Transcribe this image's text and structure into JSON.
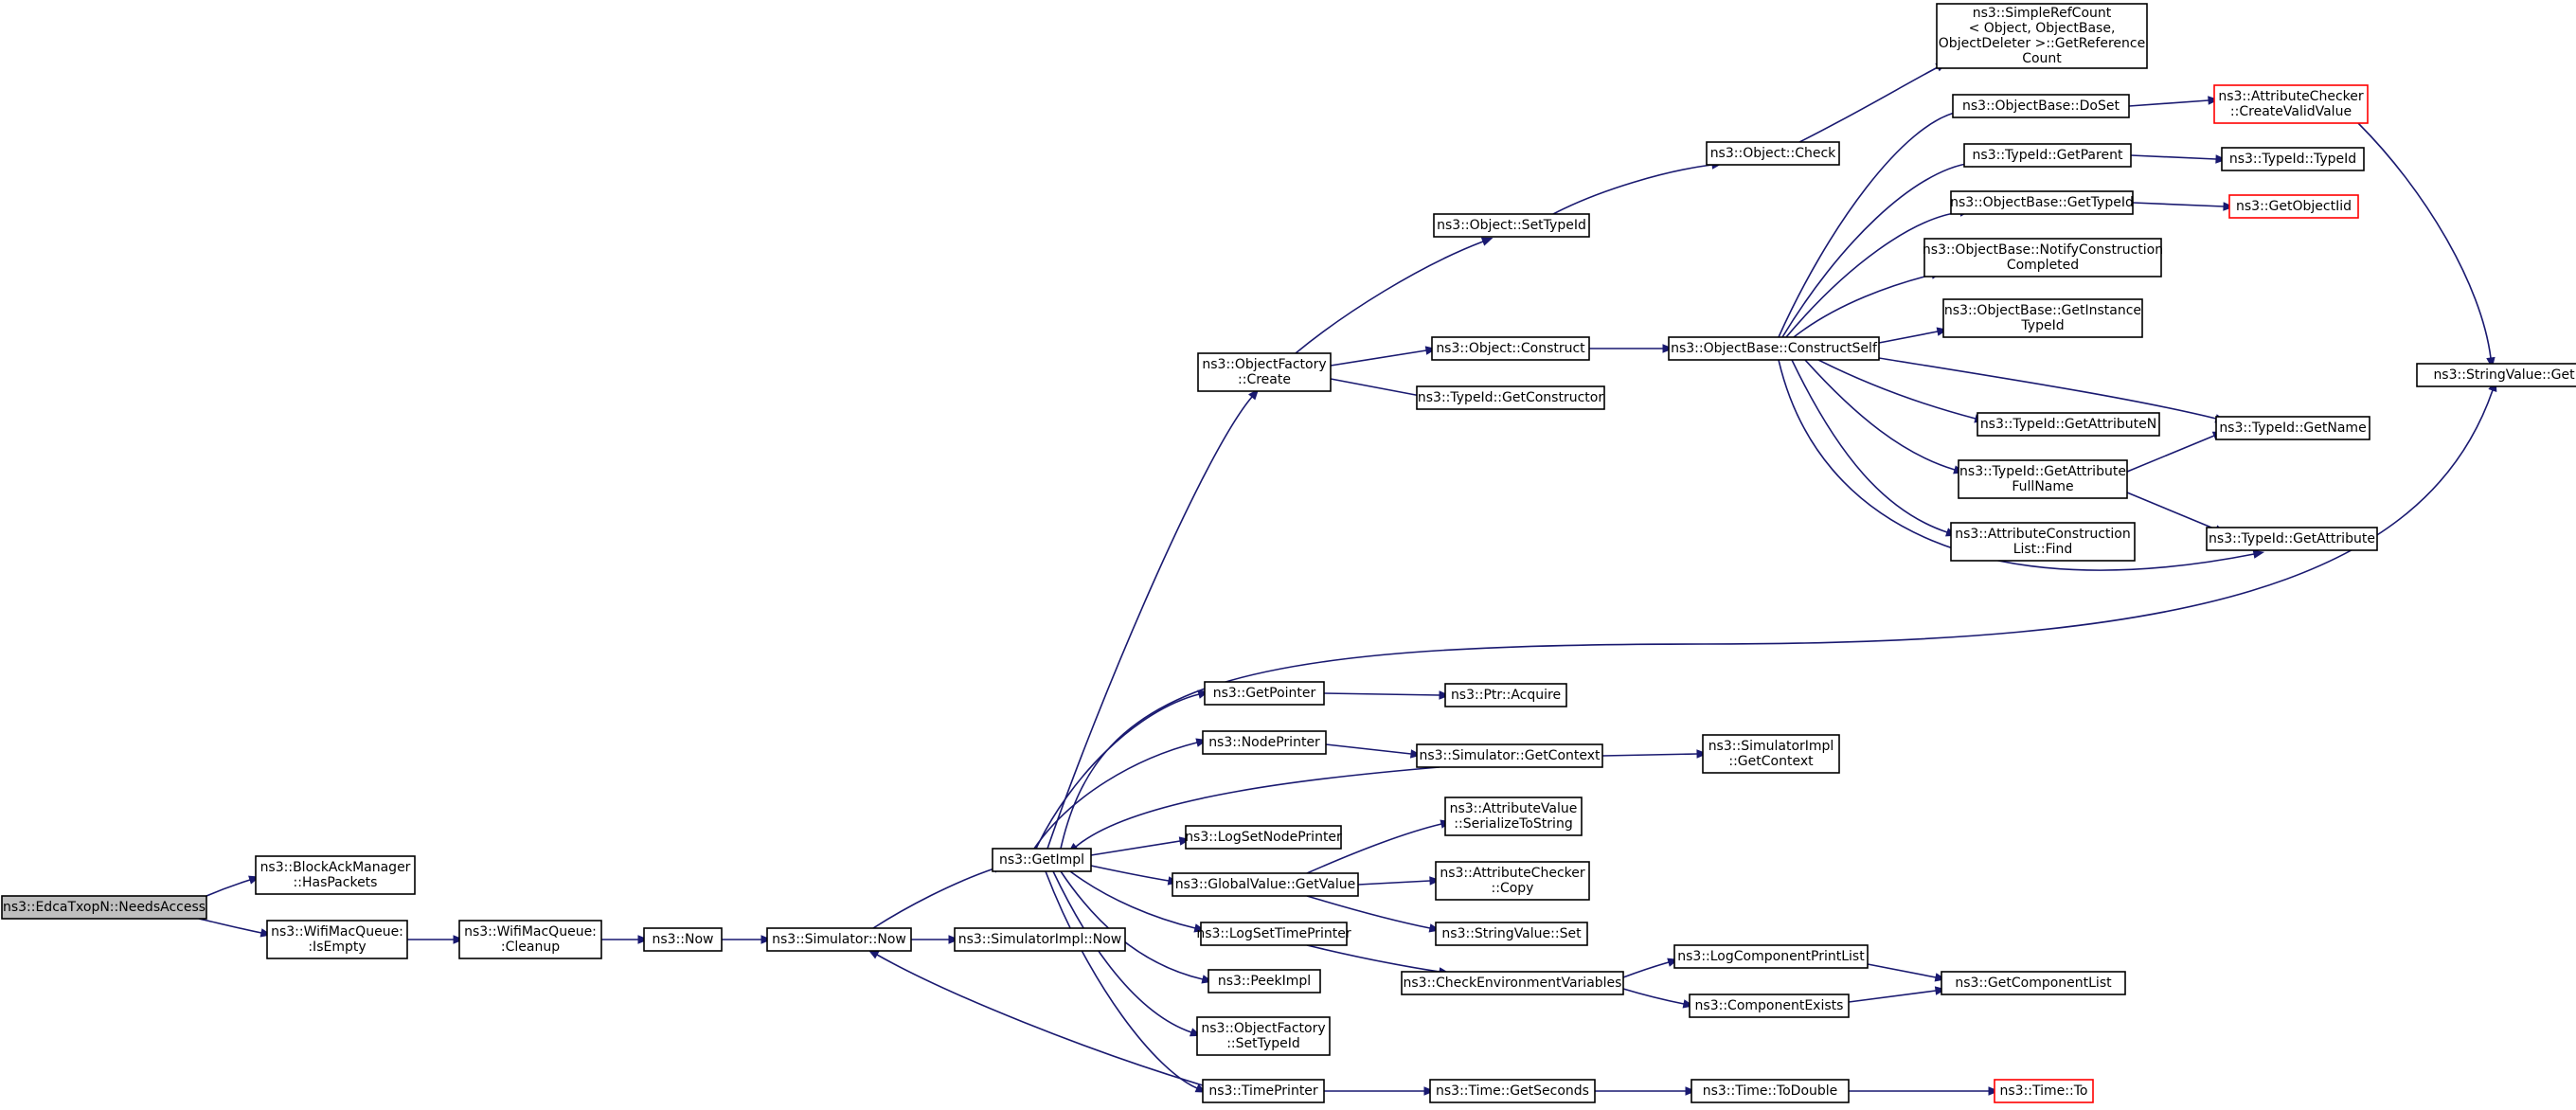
{
  "graph": {
    "nodes": [
      {
        "id": "root",
        "lines": [
          "ns3::EdcaTxopN::NeedsAccess"
        ],
        "style": "root"
      },
      {
        "id": "blockack",
        "lines": [
          "ns3::BlockAckManager",
          "::HasPackets"
        ]
      },
      {
        "id": "isempty",
        "lines": [
          "ns3::WifiMacQueue:",
          ":IsEmpty"
        ]
      },
      {
        "id": "cleanup",
        "lines": [
          "ns3::WifiMacQueue:",
          ":Cleanup"
        ]
      },
      {
        "id": "now",
        "lines": [
          "ns3::Now"
        ]
      },
      {
        "id": "simnow",
        "lines": [
          "ns3::Simulator::Now"
        ]
      },
      {
        "id": "simimplnow",
        "lines": [
          "ns3::SimulatorImpl::Now"
        ]
      },
      {
        "id": "getimpl",
        "lines": [
          "ns3::GetImpl"
        ]
      },
      {
        "id": "ofcreate",
        "lines": [
          "ns3::ObjectFactory",
          "::Create"
        ]
      },
      {
        "id": "setTypeid",
        "lines": [
          "ns3::Object::SetTypeId"
        ]
      },
      {
        "id": "objcheck",
        "lines": [
          "ns3::Object::Check"
        ]
      },
      {
        "id": "simplerefcount",
        "lines": [
          "ns3::SimpleRefCount",
          "< Object, ObjectBase,",
          "ObjectDeleter >::GetReference",
          "Count"
        ]
      },
      {
        "id": "objconstruct",
        "lines": [
          "ns3::Object::Construct"
        ]
      },
      {
        "id": "getconstructor",
        "lines": [
          "ns3::TypeId::GetConstructor"
        ]
      },
      {
        "id": "constructself",
        "lines": [
          "ns3::ObjectBase::ConstructSelf"
        ]
      },
      {
        "id": "doset",
        "lines": [
          "ns3::ObjectBase::DoSet"
        ]
      },
      {
        "id": "createvalid",
        "lines": [
          "ns3::AttributeChecker",
          "::CreateValidValue"
        ],
        "style": "red"
      },
      {
        "id": "getparent",
        "lines": [
          "ns3::TypeId::GetParent"
        ]
      },
      {
        "id": "typeidtypeid",
        "lines": [
          "ns3::TypeId::TypeId"
        ]
      },
      {
        "id": "gettypeid",
        "lines": [
          "ns3::ObjectBase::GetTypeId"
        ]
      },
      {
        "id": "getobjectiid",
        "lines": [
          "ns3::GetObjectIid"
        ],
        "style": "red"
      },
      {
        "id": "notify",
        "lines": [
          "ns3::ObjectBase::NotifyConstruction",
          "Completed"
        ]
      },
      {
        "id": "getinstance",
        "lines": [
          "ns3::ObjectBase::GetInstance",
          "TypeId"
        ]
      },
      {
        "id": "stringget",
        "lines": [
          "ns3::StringValue::Get"
        ]
      },
      {
        "id": "getattrn",
        "lines": [
          "ns3::TypeId::GetAttributeN"
        ]
      },
      {
        "id": "getname",
        "lines": [
          "ns3::TypeId::GetName"
        ]
      },
      {
        "id": "getattrfull",
        "lines": [
          "ns3::TypeId::GetAttribute",
          "FullName"
        ]
      },
      {
        "id": "getattribute",
        "lines": [
          "ns3::TypeId::GetAttribute"
        ]
      },
      {
        "id": "attrconstr",
        "lines": [
          "ns3::AttributeConstruction",
          "List::Find"
        ]
      },
      {
        "id": "getpointer",
        "lines": [
          "ns3::GetPointer"
        ]
      },
      {
        "id": "ptracquire",
        "lines": [
          "ns3::Ptr::Acquire"
        ]
      },
      {
        "id": "nodeprinter",
        "lines": [
          "ns3::NodePrinter"
        ]
      },
      {
        "id": "simgetcontext",
        "lines": [
          "ns3::Simulator::GetContext"
        ]
      },
      {
        "id": "simimplgetcontext",
        "lines": [
          "ns3::SimulatorImpl",
          "::GetContext"
        ]
      },
      {
        "id": "serialize",
        "lines": [
          "ns3::AttributeValue",
          "::SerializeToString"
        ]
      },
      {
        "id": "lognodeprinter",
        "lines": [
          "ns3::LogSetNodePrinter"
        ]
      },
      {
        "id": "globalget",
        "lines": [
          "ns3::GlobalValue::GetValue"
        ]
      },
      {
        "id": "checkercopy",
        "lines": [
          "ns3::AttributeChecker",
          "::Copy"
        ]
      },
      {
        "id": "stringset",
        "lines": [
          "ns3::StringValue::Set"
        ]
      },
      {
        "id": "logtimeprinter",
        "lines": [
          "ns3::LogSetTimePrinter"
        ]
      },
      {
        "id": "logcompprint",
        "lines": [
          "ns3::LogComponentPrintList"
        ]
      },
      {
        "id": "checkenv",
        "lines": [
          "ns3::CheckEnvironmentVariables"
        ]
      },
      {
        "id": "getcomplist",
        "lines": [
          "ns3::GetComponentList"
        ]
      },
      {
        "id": "compexists",
        "lines": [
          "ns3::ComponentExists"
        ]
      },
      {
        "id": "peekimpl",
        "lines": [
          "ns3::PeekImpl"
        ]
      },
      {
        "id": "ofsettypeid",
        "lines": [
          "ns3::ObjectFactory",
          "::SetTypeId"
        ]
      },
      {
        "id": "timeprinter",
        "lines": [
          "ns3::TimePrinter"
        ]
      },
      {
        "id": "getseconds",
        "lines": [
          "ns3::Time::GetSeconds"
        ]
      },
      {
        "id": "todouble",
        "lines": [
          "ns3::Time::ToDouble"
        ]
      },
      {
        "id": "timeto",
        "lines": [
          "ns3::Time::To"
        ],
        "style": "red"
      }
    ],
    "edges": [
      [
        "root",
        "blockack"
      ],
      [
        "root",
        "isempty"
      ],
      [
        "isempty",
        "cleanup"
      ],
      [
        "cleanup",
        "now"
      ],
      [
        "now",
        "simnow"
      ],
      [
        "simnow",
        "simimplnow"
      ],
      [
        "simnow",
        "getimpl"
      ],
      [
        "getimpl",
        "ofcreate"
      ],
      [
        "ofcreate",
        "setTypeid"
      ],
      [
        "setTypeid",
        "objcheck"
      ],
      [
        "objcheck",
        "simplerefcount"
      ],
      [
        "ofcreate",
        "objconstruct"
      ],
      [
        "ofcreate",
        "getconstructor"
      ],
      [
        "objconstruct",
        "constructself"
      ],
      [
        "constructself",
        "doset"
      ],
      [
        "doset",
        "createvalid"
      ],
      [
        "createvalid",
        "stringget"
      ],
      [
        "constructself",
        "getparent"
      ],
      [
        "getparent",
        "typeidtypeid"
      ],
      [
        "constructself",
        "gettypeid"
      ],
      [
        "gettypeid",
        "getobjectiid"
      ],
      [
        "constructself",
        "notify"
      ],
      [
        "constructself",
        "getinstance"
      ],
      [
        "constructself",
        "getattrn"
      ],
      [
        "constructself",
        "getname"
      ],
      [
        "constructself",
        "getattrfull"
      ],
      [
        "getattrfull",
        "getname"
      ],
      [
        "getattrfull",
        "getattribute"
      ],
      [
        "constructself",
        "attrconstr"
      ],
      [
        "constructself",
        "getattribute"
      ],
      [
        "getimpl",
        "stringget"
      ],
      [
        "getimpl",
        "getpointer"
      ],
      [
        "getpointer",
        "ptracquire"
      ],
      [
        "getimpl",
        "nodeprinter"
      ],
      [
        "nodeprinter",
        "simgetcontext"
      ],
      [
        "simgetcontext",
        "getimpl"
      ],
      [
        "simgetcontext",
        "simimplgetcontext"
      ],
      [
        "getimpl",
        "lognodeprinter"
      ],
      [
        "getimpl",
        "globalget"
      ],
      [
        "globalget",
        "serialize"
      ],
      [
        "globalget",
        "checkercopy"
      ],
      [
        "globalget",
        "stringset"
      ],
      [
        "getimpl",
        "logtimeprinter"
      ],
      [
        "logtimeprinter",
        "checkenv"
      ],
      [
        "checkenv",
        "logcompprint"
      ],
      [
        "checkenv",
        "compexists"
      ],
      [
        "logcompprint",
        "getcomplist"
      ],
      [
        "compexists",
        "getcomplist"
      ],
      [
        "getimpl",
        "peekimpl"
      ],
      [
        "getimpl",
        "ofsettypeid"
      ],
      [
        "getimpl",
        "timeprinter"
      ],
      [
        "timeprinter",
        "simnow"
      ],
      [
        "timeprinter",
        "getseconds"
      ],
      [
        "getseconds",
        "todouble"
      ],
      [
        "todouble",
        "timeto"
      ]
    ]
  }
}
